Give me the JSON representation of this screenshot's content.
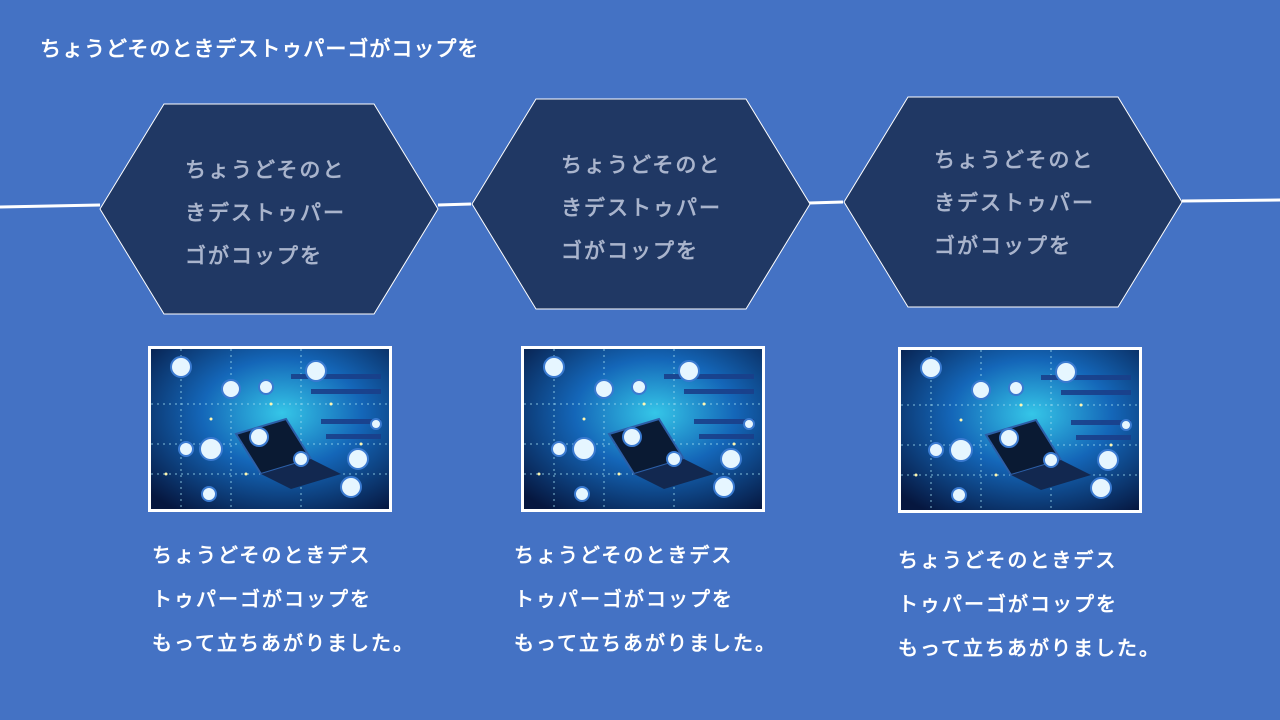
{
  "slide": {
    "title": "ちょうどそのときデストゥパーゴがコップを"
  },
  "cards": [
    {
      "hex_lines": [
        "ちょうどそのと",
        "きデストゥパー",
        "ゴがコップを"
      ],
      "caption_lines": [
        "ちょうどそのときデス",
        "トゥパーゴがコップを",
        "もって立ちあがりました。"
      ]
    },
    {
      "hex_lines": [
        "ちょうどそのと",
        "きデストゥパー",
        "ゴがコップを"
      ],
      "caption_lines": [
        "ちょうどそのときデス",
        "トゥパーゴがコップを",
        "もって立ちあがりました。"
      ]
    },
    {
      "hex_lines": [
        "ちょうどそのと",
        "きデストゥパー",
        "ゴがコップを"
      ],
      "caption_lines": [
        "ちょうどそのときデス",
        "トゥパーゴがコップを",
        "もって立ちあがりました。"
      ]
    }
  ],
  "colors": {
    "background": "#4472c4",
    "hexagon_fill": "#203864",
    "hexagon_text": "#a9b4cc",
    "line": "#ffffff"
  }
}
